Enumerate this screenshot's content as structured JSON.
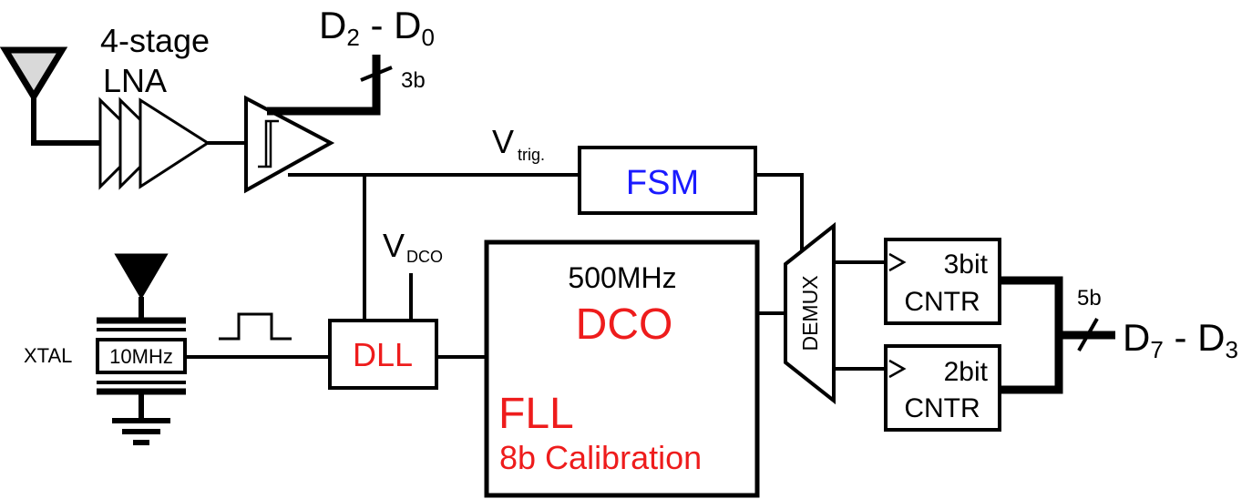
{
  "labels": {
    "lna_line1": "4-stage",
    "lna_line2": "LNA",
    "d_top": "D",
    "d_top_sub_hi": "2",
    "d_top_dash": " - ",
    "d_top_sub_lo": "0",
    "bus_3b": "3b",
    "v_trig": "V",
    "v_trig_sub": "trig.",
    "fsm": "FSM",
    "v_dco": "V",
    "v_dco_sub": "DCO",
    "freq_500": "500MHz",
    "dco": "DCO",
    "fll": "FLL",
    "calibration": "8b Calibration",
    "dll": "DLL",
    "xtal": "XTAL",
    "xtal_freq": "10MHz",
    "demux": "DEMUX",
    "cntr3_bits": "3bit",
    "cntr3_name": "CNTR",
    "cntr2_bits": "2bit",
    "cntr2_name": "CNTR",
    "bus_5b": "5b",
    "d_out": "D",
    "d_out_sub_hi": "7",
    "d_out_dash": " - ",
    "d_out_sub_lo": "3"
  },
  "colors": {
    "stroke": "#000000",
    "fsm_text": "#1a1aff",
    "red_text": "#ee1c1c",
    "antenna_fill": "#d9d9d9"
  }
}
